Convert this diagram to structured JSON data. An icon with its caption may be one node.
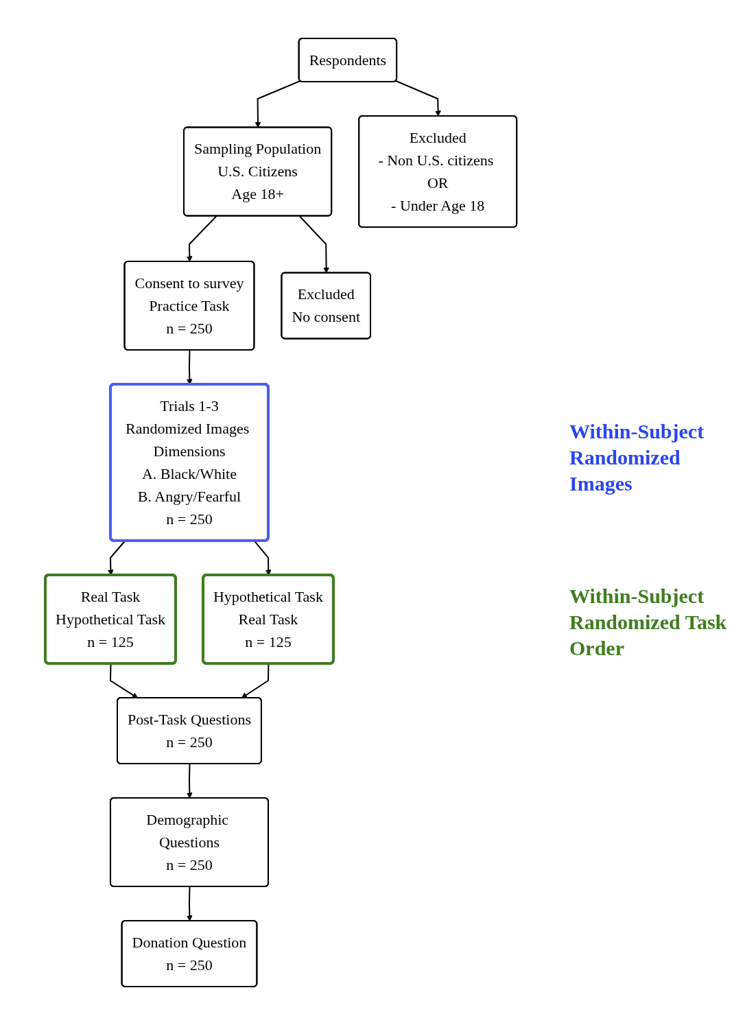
{
  "diagram": {
    "nodes": [
      {
        "text": [
          "Respondents"
        ]
      },
      {
        "text": [
          "Sampling Population",
          "U.S. Citizens",
          "Age 18+"
        ]
      },
      {
        "text": [
          "Excluded",
          "- Non U.S. citizens OR",
          "- Under Age 18"
        ]
      },
      {
        "text": [
          "Consent to survey",
          "Practice Task",
          "n = 250"
        ]
      },
      {
        "text": [
          "Excluded",
          "No consent"
        ]
      },
      {
        "text": [
          "Trials 1-3",
          "Randomized Images Dimensions",
          "A. Black/White",
          "B. Angry/Fearful",
          "n = 250"
        ]
      },
      {
        "text": [
          "Real Task",
          "Hypothetical Task",
          "n = 125"
        ]
      },
      {
        "text": [
          "Hypothetical Task",
          "Real Task",
          "n = 125"
        ]
      },
      {
        "text": [
          "Post-Task Questions",
          "n = 250"
        ]
      },
      {
        "text": [
          "Demographic Questions",
          "n = 250"
        ]
      },
      {
        "text": [
          "Donation Question",
          "n = 250"
        ]
      }
    ],
    "edges": [
      {
        "from": 0,
        "to": 1,
        "arrow": "to"
      },
      {
        "from": 0,
        "to": 2,
        "arrow": "to"
      },
      {
        "from": 1,
        "to": 3,
        "arrow": "to"
      },
      {
        "from": 1,
        "to": 4,
        "arrow": "to"
      },
      {
        "from": 3,
        "to": 5,
        "arrow": "to"
      },
      {
        "from": 5,
        "to": 6,
        "arrow": "to"
      },
      {
        "from": 5,
        "to": 7,
        "arrow": "to"
      },
      {
        "from": 6,
        "to": 8,
        "arrow": "to"
      },
      {
        "from": 7,
        "to": 8,
        "arrow": "to"
      },
      {
        "from": 8,
        "to": 9,
        "arrow": "to"
      },
      {
        "from": 9,
        "to": 10,
        "arrow": "to"
      }
    ],
    "labels": [
      "Within-Subject Randomized Images",
      "Within-Subject Randomized Task Order"
    ]
  }
}
